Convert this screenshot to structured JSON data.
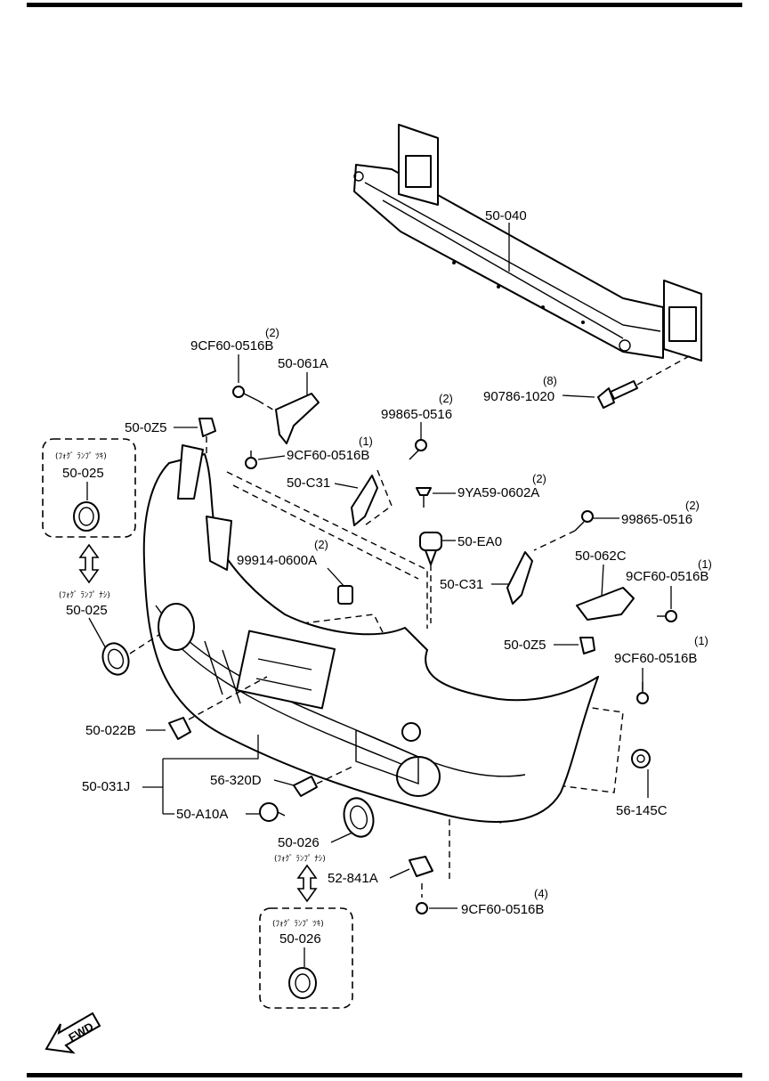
{
  "parts": {
    "p50040": "50-040",
    "p50061A": "50-061A",
    "p9CF_top": "9CF60-0516B",
    "p9CF_top_qty": "(2)",
    "p90786": "90786-1020",
    "p90786_qty": "(8)",
    "p99865_a": "99865-0516",
    "p99865_a_qty": "(2)",
    "p50Z5_a": "50-0Z5",
    "p9CF_b": "9CF60-0516B",
    "p9CF_b_qty": "(1)",
    "p50C31_a": "50-C31",
    "p9YA59": "9YA59-0602A",
    "p9YA59_qty": "(2)",
    "p99865_b": "99865-0516",
    "p99865_b_qty": "(2)",
    "p50EA0": "50-EA0",
    "p99914": "99914-0600A",
    "p99914_qty": "(2)",
    "p50062C": "50-062C",
    "p9CF_c": "9CF60-0516B",
    "p9CF_c_qty": "(1)",
    "p50C31_b": "50-C31",
    "p50Z5_b": "50-0Z5",
    "p9CF_d": "9CF60-0516B",
    "p9CF_d_qty": "(1)",
    "p50025_box_jp": "(ﾌｫｸﾞ ﾗﾝﾌﾟ ﾂｷ)",
    "p50025_box": "50-025",
    "p50025_jp": "(ﾌｫｸﾞ ﾗﾝﾌﾟ ﾅｼ)",
    "p50025": "50-025",
    "p50022B": "50-022B",
    "p50031J": "50-031J",
    "p56320D": "56-320D",
    "p50A10A": "50-A10A",
    "p50026": "50-026",
    "p50026_jp": "(ﾌｫｸﾞ ﾗﾝﾌﾟ ﾅｼ)",
    "p56145C": "56-145C",
    "p52841A": "52-841A",
    "p9CF_e": "9CF60-0516B",
    "p9CF_e_qty": "(4)",
    "p50026_box_jp": "(ﾌｫｸﾞ ﾗﾝﾌﾟ ﾂｷ)",
    "p50026_box": "50-026"
  },
  "fwd": "FWD"
}
